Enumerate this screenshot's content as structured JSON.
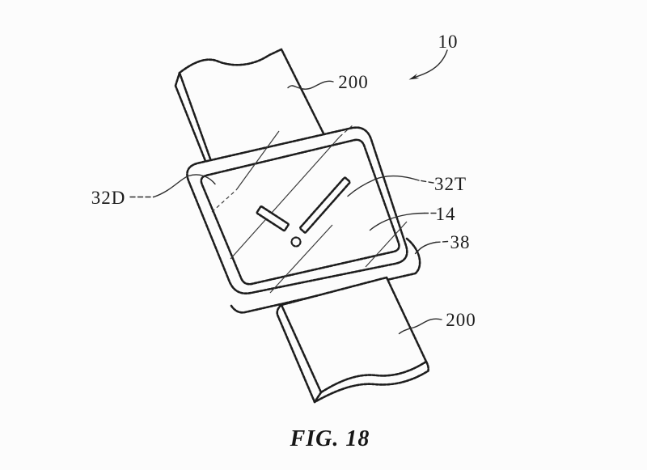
{
  "figure": {
    "caption": "FIG. 18",
    "labels": {
      "overall": "10",
      "band_top": "200",
      "display_left": "32D",
      "hand": "32T",
      "display": "14",
      "housing": "38",
      "band_bottom": "200"
    }
  },
  "colors": {
    "background": "#fcfcfc",
    "line": "#1d1d1d"
  }
}
